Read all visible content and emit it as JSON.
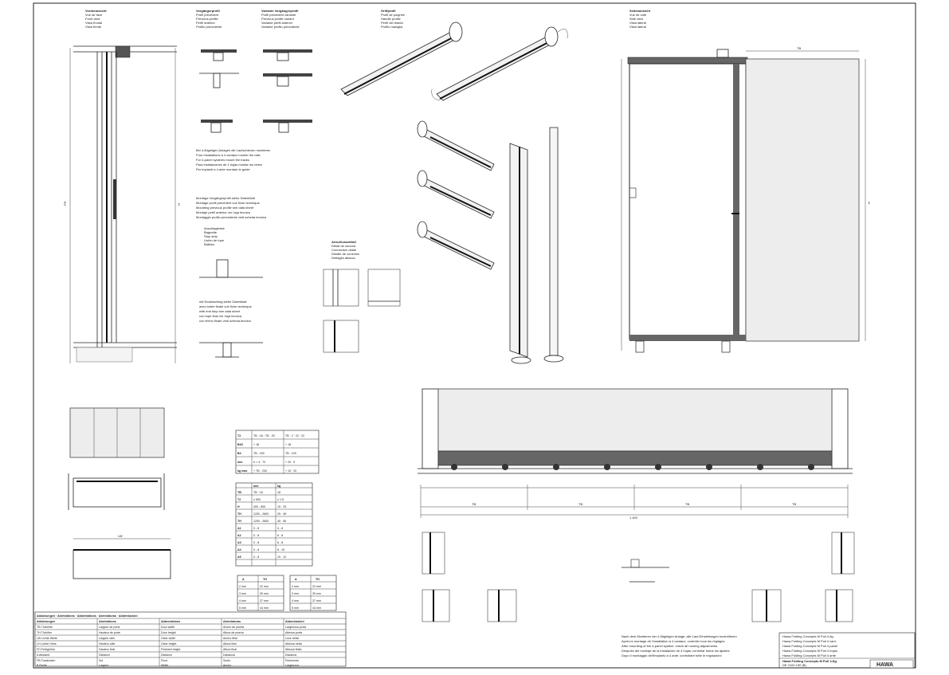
{
  "drawing": {
    "title_block": {
      "line1": "Hawa Folding Concepts M Pull 4-flg.",
      "line2": "DE 2100 150 (B)"
    },
    "views": {
      "front_view_left": [
        "Vorderansicht",
        "Vue de face",
        "Front view",
        "Vista frontal",
        "Vista frente"
      ],
      "side_view_right": [
        "Seitenansicht",
        "Vue de côté",
        "Side view",
        "Vista lateral",
        "Vista lateral"
      ],
      "handle_profile": [
        "Griffprofil",
        "Profil de poignée",
        "Handle profile",
        "Perfil del tirador",
        "Profilo maniglia"
      ]
    },
    "dimensions": {
      "total_width": "1 400",
      "overall_height": "H",
      "height_fh": "FH",
      "seg_a": "TB",
      "seg_b": "TB",
      "seg_c": "TB",
      "seg_d": "TB",
      "inner_width": "LW",
      "overall_top": "TB",
      "door_width": "B",
      "side_height": "H"
    },
    "table_a": {
      "rows": [
        [
          "T2",
          "TB · 18 · TB · 20",
          "TB · 2 · 22 · 22"
        ],
        [
          "B3C",
          "+ 18",
          "+ 18"
        ],
        [
          "B4",
          "TB - 200",
          "TB - 100"
        ],
        [
          "mm",
          "h = 4 · 70",
          "+ 20 · 5"
        ],
        [
          "kg max",
          "+ TB · 200",
          "+ 10 · 20"
        ]
      ]
    },
    "table_b": {
      "head": [
        "",
        "mm",
        "kg"
      ],
      "rows": [
        [
          "TB",
          "TB · 18",
          "18"
        ],
        [
          "T2",
          "≥ 500",
          "≥ 1·5"
        ],
        [
          "H",
          "400 - 800",
          "15 · 25"
        ],
        [
          "TH",
          "1200 - 2600",
          "25 · 45"
        ],
        [
          "TH",
          "1200 - 2600",
          "45 · 65"
        ],
        [
          "A1",
          "0 - 8",
          "4 - 6"
        ],
        [
          "A2",
          "0 - 8",
          "6 - 8"
        ],
        [
          "A3",
          "0 - 8",
          "6 - 8"
        ],
        [
          "A4",
          "0 - 8",
          "8 - 10"
        ],
        [
          "A5",
          "0 - 8",
          "10 - 12"
        ]
      ]
    },
    "table_c": {
      "head": [
        "A",
        "TH",
        "A",
        "TH"
      ],
      "rows": [
        [
          "2 mm",
          "22 mm",
          "2 mm",
          "22 mm"
        ],
        [
          "3 mm",
          "30 mm",
          "3 mm",
          "30 mm"
        ],
        [
          "4 mm",
          "37 mm",
          "4 mm",
          "37 mm"
        ],
        [
          "5 mm",
          "44 mm",
          "5 mm",
          "44 mm"
        ]
      ]
    },
    "legend": {
      "header": "Abkürzungen · Abréviations · Abbreviations · Abreviaturas · Abbreviazioni",
      "rows": [
        [
          "Abkürzungen",
          "Abréviations",
          "Abbreviations",
          "Abreviaturas",
          "Abbreviazioni"
        ],
        [
          "TB Türbreite",
          "Largeur de porte",
          "Door width",
          "Ancho de puerta",
          "Larghezza porta"
        ],
        [
          "TH Türhöhe",
          "Hauteur de porte",
          "Door height",
          "Altura de puerta",
          "Altezza porta"
        ],
        [
          "LW Lichte Weite",
          "Largeur utile",
          "Clear width",
          "Ancho libre",
          "Luce netta"
        ],
        [
          "LH Lichte Höhe",
          "Hauteur utile",
          "Clear height",
          "Altura libre",
          "Altezza netta"
        ],
        [
          "FH Fertighöhe",
          "Hauteur finie",
          "Finished height",
          "Altura final",
          "Altezza finita"
        ],
        [
          "A Abstand",
          "Distance",
          "Distance",
          "Distancia",
          "Distanza"
        ],
        [
          "FB Fussboden",
          "Sol",
          "Floor",
          "Suelo",
          "Pavimento"
        ],
        [
          "B Breite",
          "Largeur",
          "Width",
          "Ancho",
          "Larghezza"
        ]
      ]
    },
    "notes_bottom": [
      "Nach dem Montieren der 4-flügeligen Anlage: alle Lauf-Einstellungen kontrollieren",
      "Après le montage de l'installation à 4 vantaux: contrôler tous les réglages",
      "After mounting of the 4-panel system: check all running adjustments",
      "Después del montaje de la instalación de 4 hojas: controlar todos los ajustes",
      "Dopo il montaggio dell'impianto a 4 ante: controllare tutte le regolazioni"
    ],
    "title_lines": [
      "Hawa Folding Concepts M Pull 4-flg.",
      "Hawa Folding Concepts M Pull 4 vant.",
      "Hawa Folding Concepts M Pull 4-panel",
      "Hawa Folding Concepts M Pull 4 hojas",
      "Hawa Folding Concepts M Pull 4 ante"
    ],
    "brand": "HAWA"
  }
}
